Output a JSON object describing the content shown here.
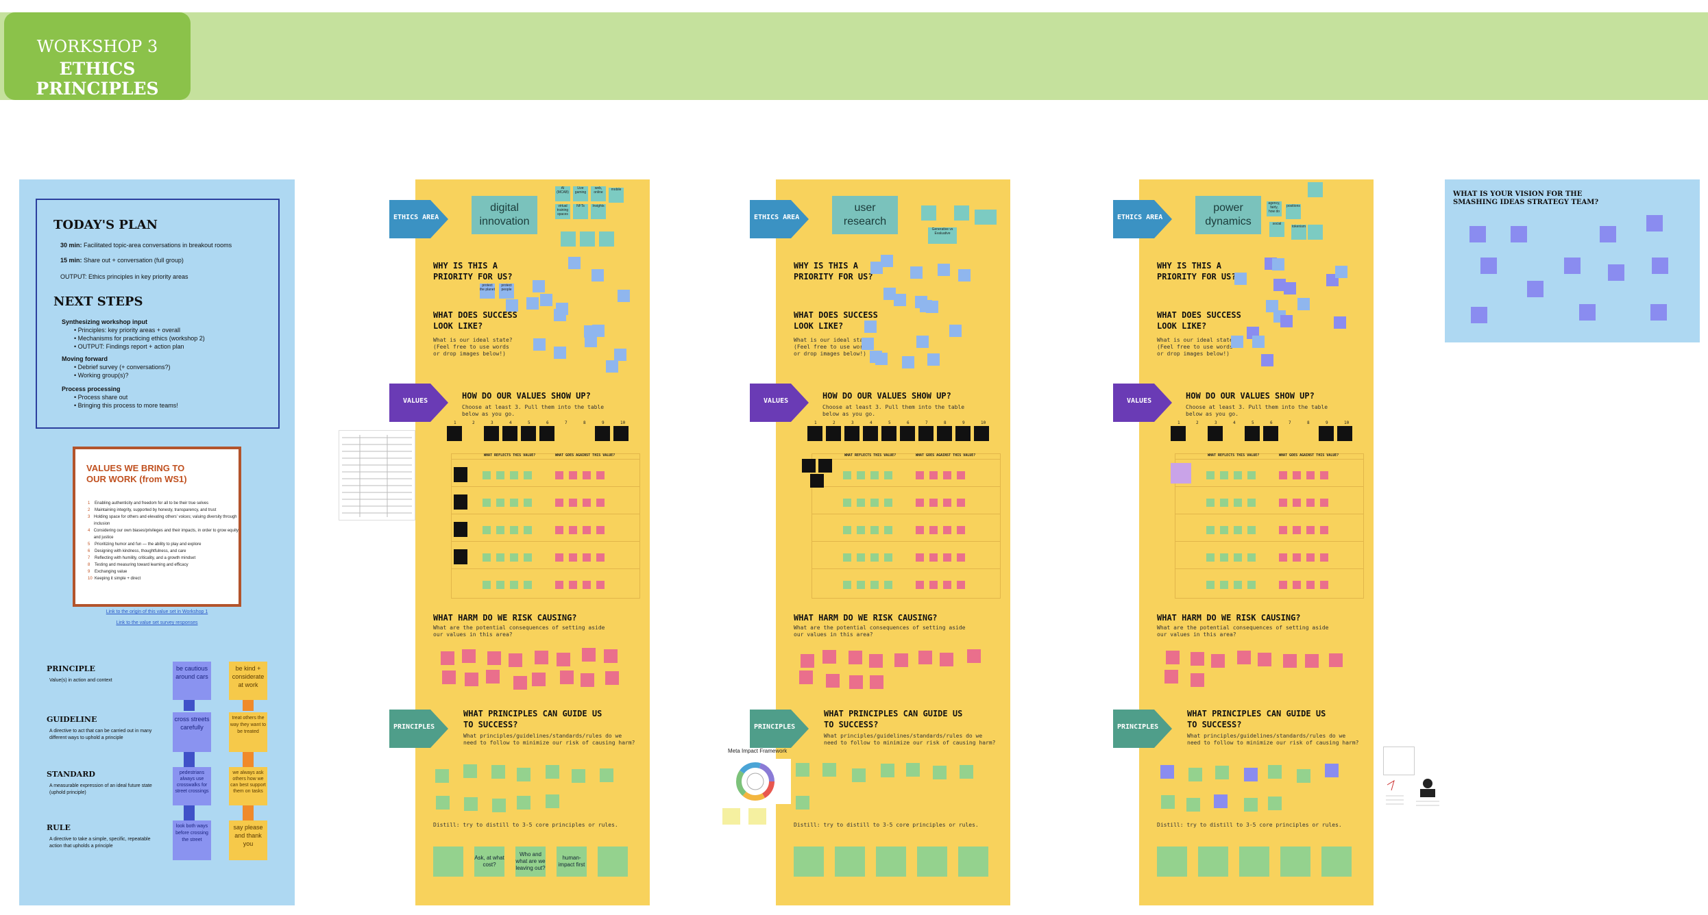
{
  "header": {
    "line1": "WORKSHOP 3",
    "line2": "ETHICS PRINCIPLES"
  },
  "plan": {
    "title": "TODAY'S PLAN",
    "items": [
      {
        "bold": "30 min:",
        "text": " Facilitated topic-area conversations in breakout rooms"
      },
      {
        "bold": "15 min:",
        "text": " Share out + conversation (full group)"
      },
      {
        "bold": "",
        "text": "OUTPUT: Ethics principles in key priority areas"
      }
    ],
    "next_title": "NEXT STEPS",
    "sections": [
      {
        "title": "Synthesizing workshop input",
        "bullets": [
          "Principles: key priority areas + overall",
          "Mechanisms for practicing ethics (workshop 2)",
          "OUTPUT: Findings report + action plan"
        ]
      },
      {
        "title": "Moving forward",
        "bullets": [
          "Debrief survey (+ conversations?)",
          "Working group(s)?"
        ]
      },
      {
        "title": "Process processing",
        "bullets": [
          "Process share out",
          "Bringing this process to more teams!"
        ]
      }
    ]
  },
  "values_card": {
    "title": "VALUES WE BRING TO OUR WORK (from WS1)",
    "items": [
      "Enabling authenticity and freedom for all to be their true selves",
      "Maintaining integrity, supported by honesty, transparency, and trust",
      "Holding space for others and elevating others' voices; valuing diversity through inclusion",
      "Considering our own biases/privileges and their impacts, in order to grow equity and justice",
      "Prioritizing humor and fun — the ability to play and explore",
      "Designing with kindness, thoughtfulness, and care",
      "Reflecting with humility, criticality, and a growth mindset",
      "Testing and measuring toward learning and efficacy",
      "Exchanging value",
      "Keeping it simple + direct"
    ],
    "link1": "Link to the origin of this value set in Workshop 1",
    "link2": "Link to the value set survey responses"
  },
  "definitions": [
    {
      "term": "PRINCIPLE",
      "desc": "Value(s) in action and context"
    },
    {
      "term": "GUIDELINE",
      "desc": "A directive to act that can be carried out in many different ways to uphold a principle"
    },
    {
      "term": "STANDARD",
      "desc": "A measurable expression of an ideal future state (uphold principle)"
    },
    {
      "term": "RULE",
      "desc": "A directive to take a simple, specific, repeatable action that upholds a principle"
    }
  ],
  "examples": {
    "blue": [
      "be cautious around cars",
      "cross streets carefully",
      "pedestrians always use crosswalks for street crossings",
      "look both ways before crossing the street"
    ],
    "yellow": [
      "be kind + considerate at work",
      "treat others the way they want to be treated",
      "we always ask others how we can best support them on tasks",
      "say please and thank you"
    ]
  },
  "columns": [
    {
      "topic": "digital innovation"
    },
    {
      "topic": "user research"
    },
    {
      "topic": "power dynamics"
    }
  ],
  "labels": {
    "ethics_area": "ETHICS AREA",
    "values": "VALUES",
    "principles": "PRINCIPLES",
    "why_1": "WHY IS THIS A",
    "why_2": "PRIORITY FOR US?",
    "success_1": "WHAT DOES SUCCESS",
    "success_2": "LOOK LIKE?",
    "success_sub_1": "What is our ideal state?",
    "success_sub_2": "(Feel free to use words",
    "success_sub_3": "or drop images below!)",
    "values_q": "HOW DO OUR VALUES SHOW UP?",
    "values_sub_1": "Choose at least 3. Pull them into the table",
    "values_sub_2": "below as you go.",
    "reflects": "WHAT REFLECTS THIS VALUE?",
    "against": "WHAT GOES AGAINST THIS VALUE?",
    "harm_q": "WHAT HARM DO WE RISK CAUSING?",
    "harm_sub_1": "What are the potential consequences of setting aside",
    "harm_sub_2": "our values in this area?",
    "principles_q_1": "WHAT PRINCIPLES CAN GUIDE US",
    "principles_q_2": "TO SUCCESS?",
    "principles_sub_1": "What principles/guidelines/standards/rules do we",
    "principles_sub_2": "need to follow to minimize our risk of causing harm?",
    "distill": "Distill: try to distill to 3-5 core principles or rules."
  },
  "col1_distilled": [
    "Ask, at what cost?",
    "Who and what are we leaving out?",
    "human-impact first"
  ],
  "sticky_col1_top": [
    "AI (MCAB)",
    "Live gaming",
    "web, online",
    "mobile",
    "virtual training spaces",
    "NFTs",
    "Insights"
  ],
  "sticky_col1_why": [
    "protect the planet",
    "protect people"
  ],
  "sticky_col2_top": [
    "Generative vs Evaluative"
  ],
  "sticky_col3_top": [
    "agency, fairly, how do",
    "positions",
    "social",
    "tokenism"
  ],
  "meta_framework": "Meta Impact Framework",
  "vision": {
    "title": "WHAT IS YOUR VISION FOR THE SMASHING IDEAS STRATEGY TEAM?"
  },
  "colors": {
    "banner": "#c5e19d",
    "title_tab": "#8bc24a",
    "column": "#f8d25c",
    "left_panel": "#aed8f2",
    "ethics_arrow": "#3b92c3",
    "values_arrow": "#6a3bb5",
    "principles_arrow": "#4f9e8a"
  }
}
